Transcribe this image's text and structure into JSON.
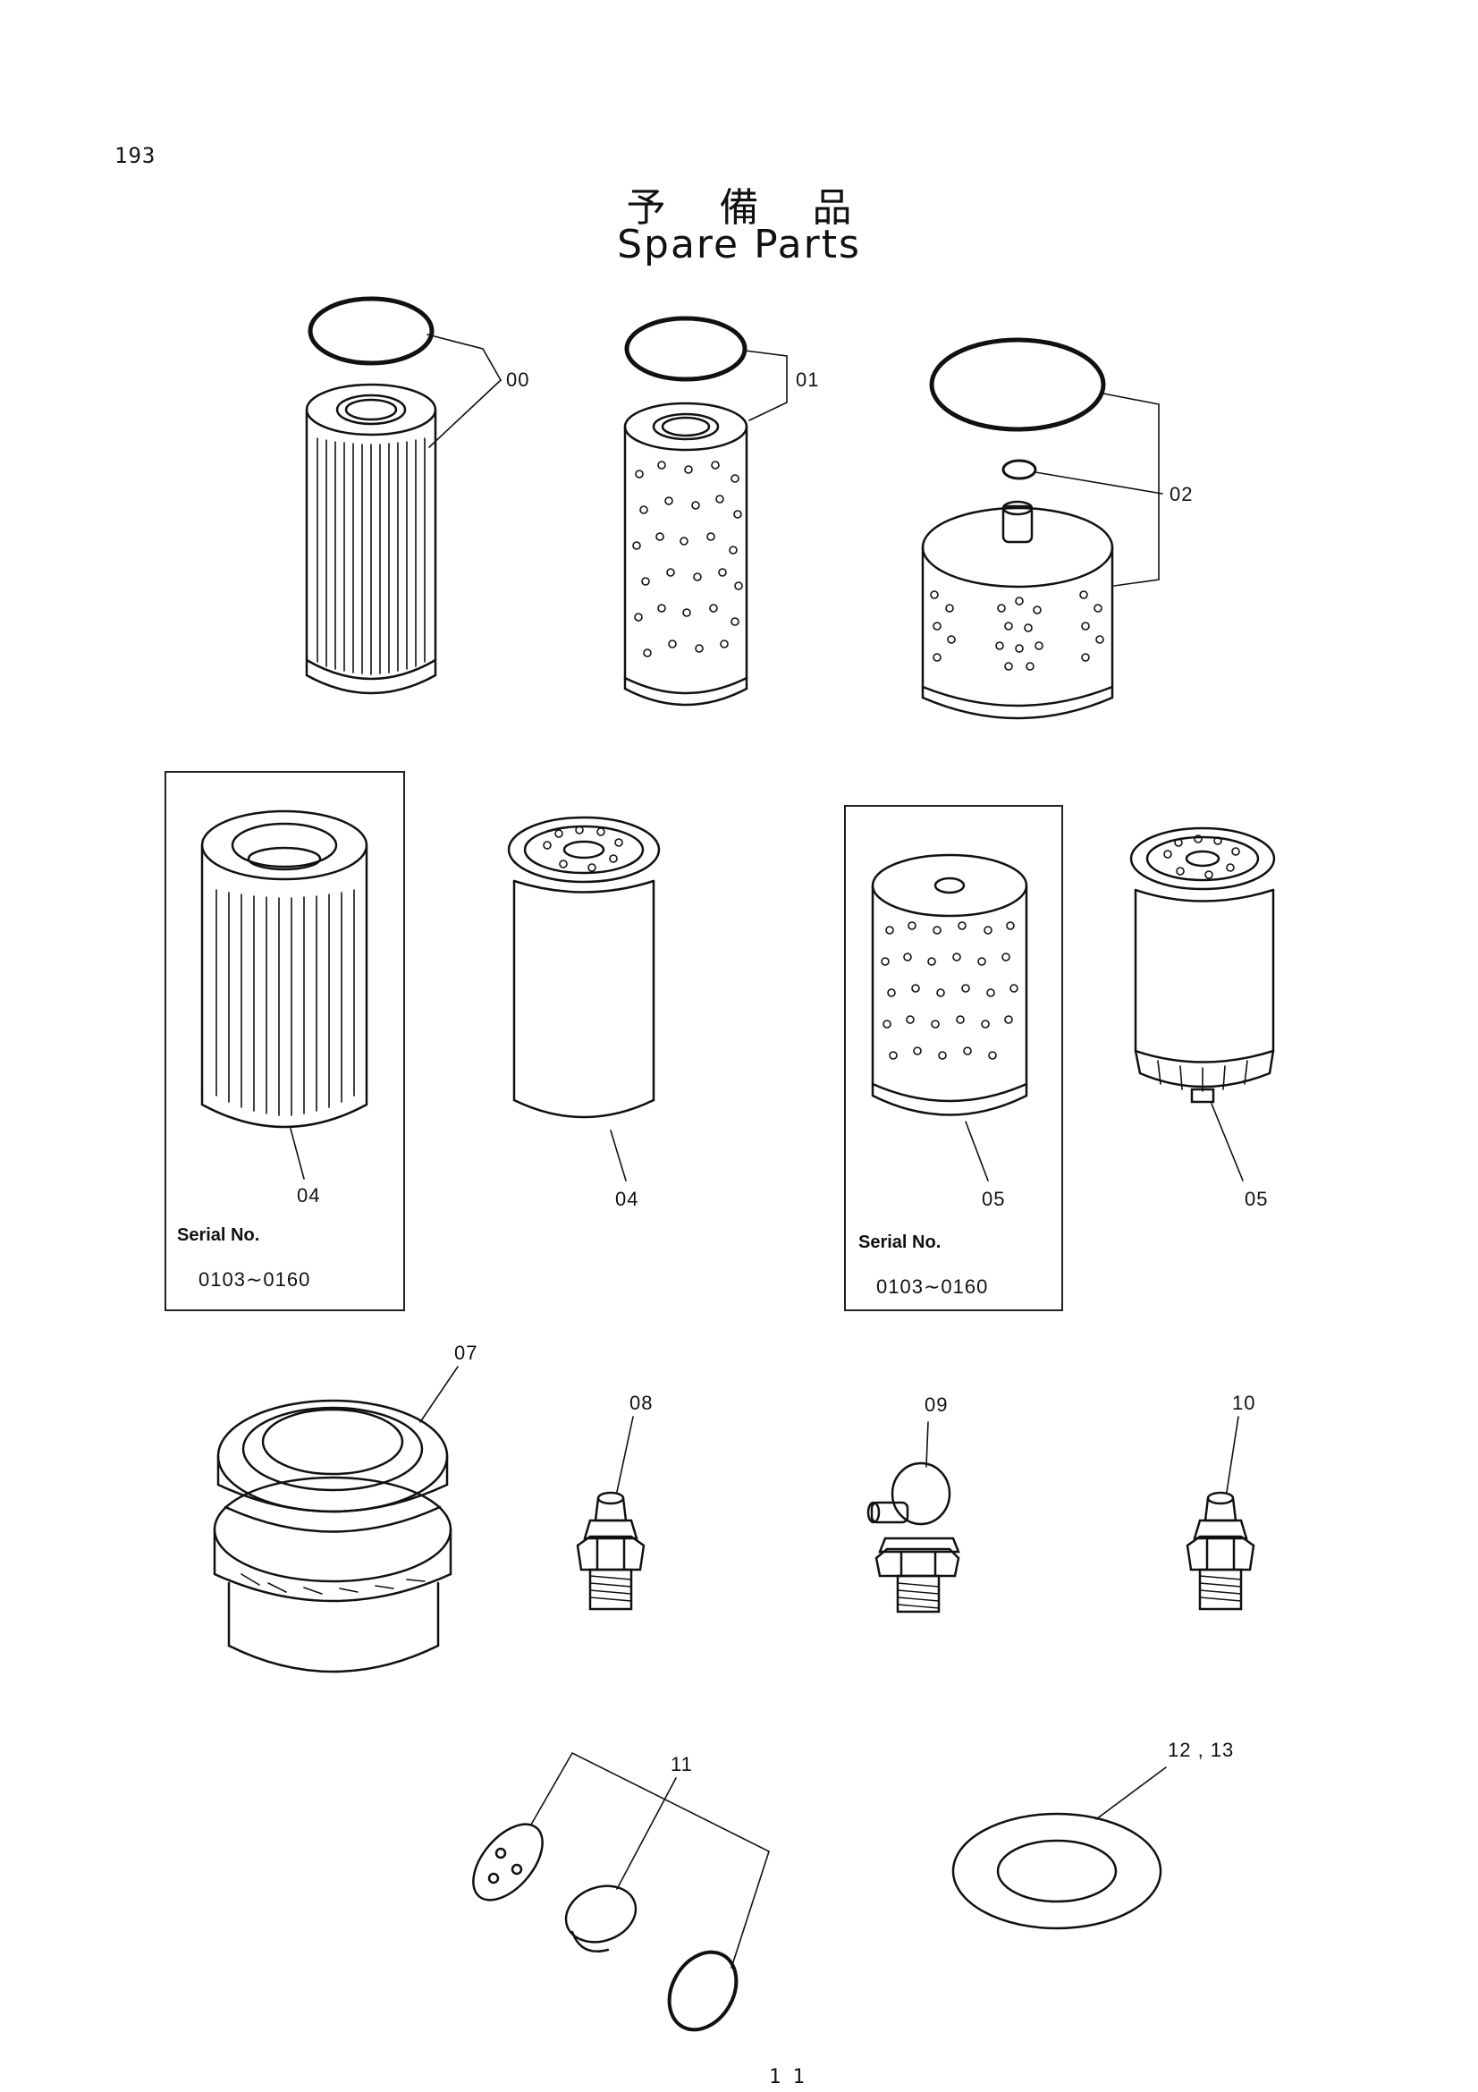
{
  "page": {
    "number": "193",
    "title_jp": "予備品",
    "title_en": "Spare Parts",
    "footer_mark": "1 1"
  },
  "callouts": {
    "c00": "00",
    "c01": "01",
    "c02": "02",
    "c04a": "04",
    "c04b": "04",
    "c05a": "05",
    "c05b": "05",
    "c07": "07",
    "c08": "08",
    "c09": "09",
    "c10": "10",
    "c11": "11",
    "c1213": "12 , 13"
  },
  "serial_boxes": {
    "left": {
      "label": "Serial  No.",
      "range": "0103∼0160"
    },
    "right": {
      "label": "Serial  No.",
      "range": "0103∼0160"
    }
  }
}
